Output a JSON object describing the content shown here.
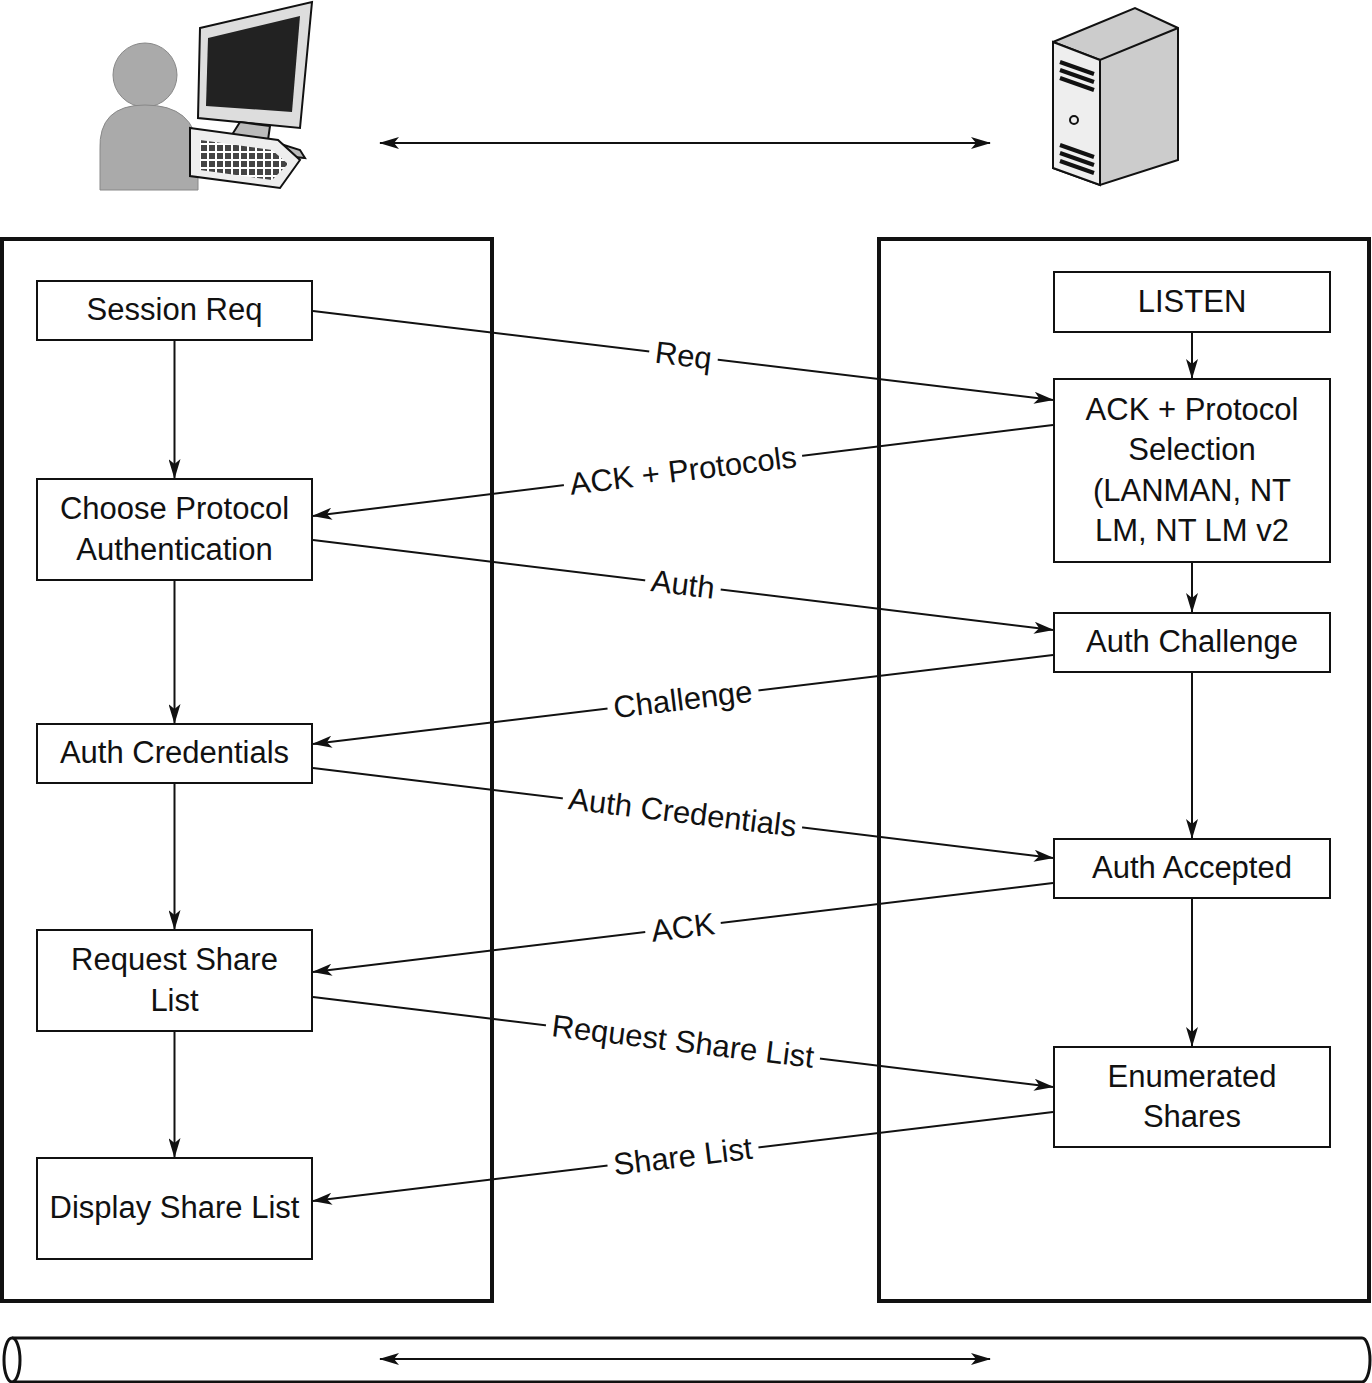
{
  "diagram": {
    "nodes": [
      {
        "text": [
          "Session Req"
        ]
      },
      {
        "text": [
          "Choose Protocol Authentication"
        ]
      },
      {
        "text": [
          "Auth Credentials"
        ]
      },
      {
        "text": [
          "Request Share List"
        ]
      },
      {
        "text": [
          "Display Share List"
        ]
      },
      {
        "text": [
          "LISTEN"
        ]
      },
      {
        "text": [
          "ACK + Protocol Selection (LANMAN, NT LM, NT LM v2"
        ]
      },
      {
        "text": [
          "Auth Challenge"
        ]
      },
      {
        "text": [
          "Auth Accepted"
        ]
      },
      {
        "text": [
          "Enumerated Shares"
        ]
      }
    ],
    "edges": [
      {
        "from": 0,
        "to": 1,
        "arrow": "to"
      },
      {
        "from": 1,
        "to": 2,
        "arrow": "to"
      },
      {
        "from": 2,
        "to": 3,
        "arrow": "to"
      },
      {
        "from": 3,
        "to": 4,
        "arrow": "to"
      },
      {
        "from": 5,
        "to": 6,
        "arrow": "to"
      },
      {
        "from": 6,
        "to": 7,
        "arrow": "to"
      },
      {
        "from": 7,
        "to": 8,
        "arrow": "to"
      },
      {
        "from": 8,
        "to": 9,
        "arrow": "to"
      },
      {
        "from": 0,
        "to": 6,
        "label": "Req",
        "arrow": "to"
      },
      {
        "from": 6,
        "to": 1,
        "label": "ACK + Protocols",
        "arrow": "to"
      },
      {
        "from": 1,
        "to": 7,
        "label": "Auth",
        "arrow": "to"
      },
      {
        "from": 7,
        "to": 2,
        "label": "Challenge",
        "arrow": "to"
      },
      {
        "from": 2,
        "to": 8,
        "label": "Auth Credentials",
        "arrow": "to"
      },
      {
        "from": 8,
        "to": 3,
        "label": "ACK",
        "arrow": "to"
      },
      {
        "from": 3,
        "to": 9,
        "label": "Request Share List",
        "arrow": "to"
      },
      {
        "from": 9,
        "to": 4,
        "label": "Share List",
        "arrow": "to"
      }
    ]
  }
}
